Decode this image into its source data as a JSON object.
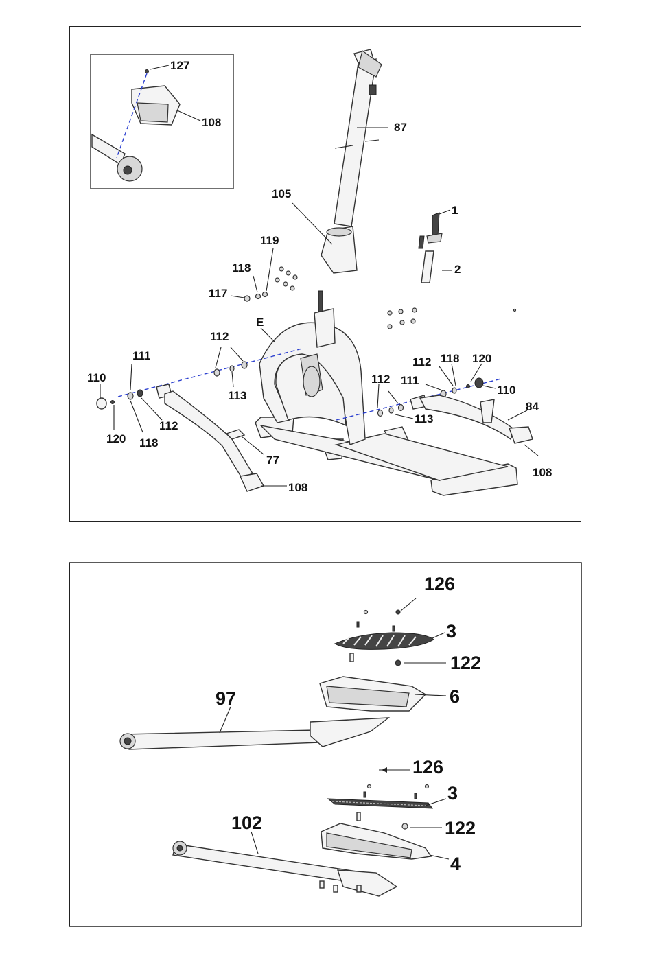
{
  "top_panel": {
    "inset_labels": [
      "127",
      "108"
    ],
    "labels": {
      "l87": "87",
      "l105": "105",
      "l1": "1",
      "l2": "2",
      "l119": "119",
      "l118a": "118",
      "l117": "117",
      "lE": "E",
      "l112a": "112",
      "l113a": "113",
      "l111a": "111",
      "l110a": "110",
      "l120a": "120",
      "l118b": "118",
      "l112b": "112",
      "l112c": "112",
      "l118c": "118",
      "l120b": "120",
      "l112d": "112",
      "l111b": "111",
      "l110b": "110",
      "l84": "84",
      "l113b": "113",
      "l77": "77",
      "l108a": "108",
      "l108b": "108"
    }
  },
  "bottom_panel": {
    "labels": {
      "l126a": "126",
      "l3a": "3",
      "l122a": "122",
      "l6": "6",
      "l97": "97",
      "l126b": "126",
      "l3b": "3",
      "l122b": "122",
      "l102": "102",
      "l4": "4"
    }
  }
}
